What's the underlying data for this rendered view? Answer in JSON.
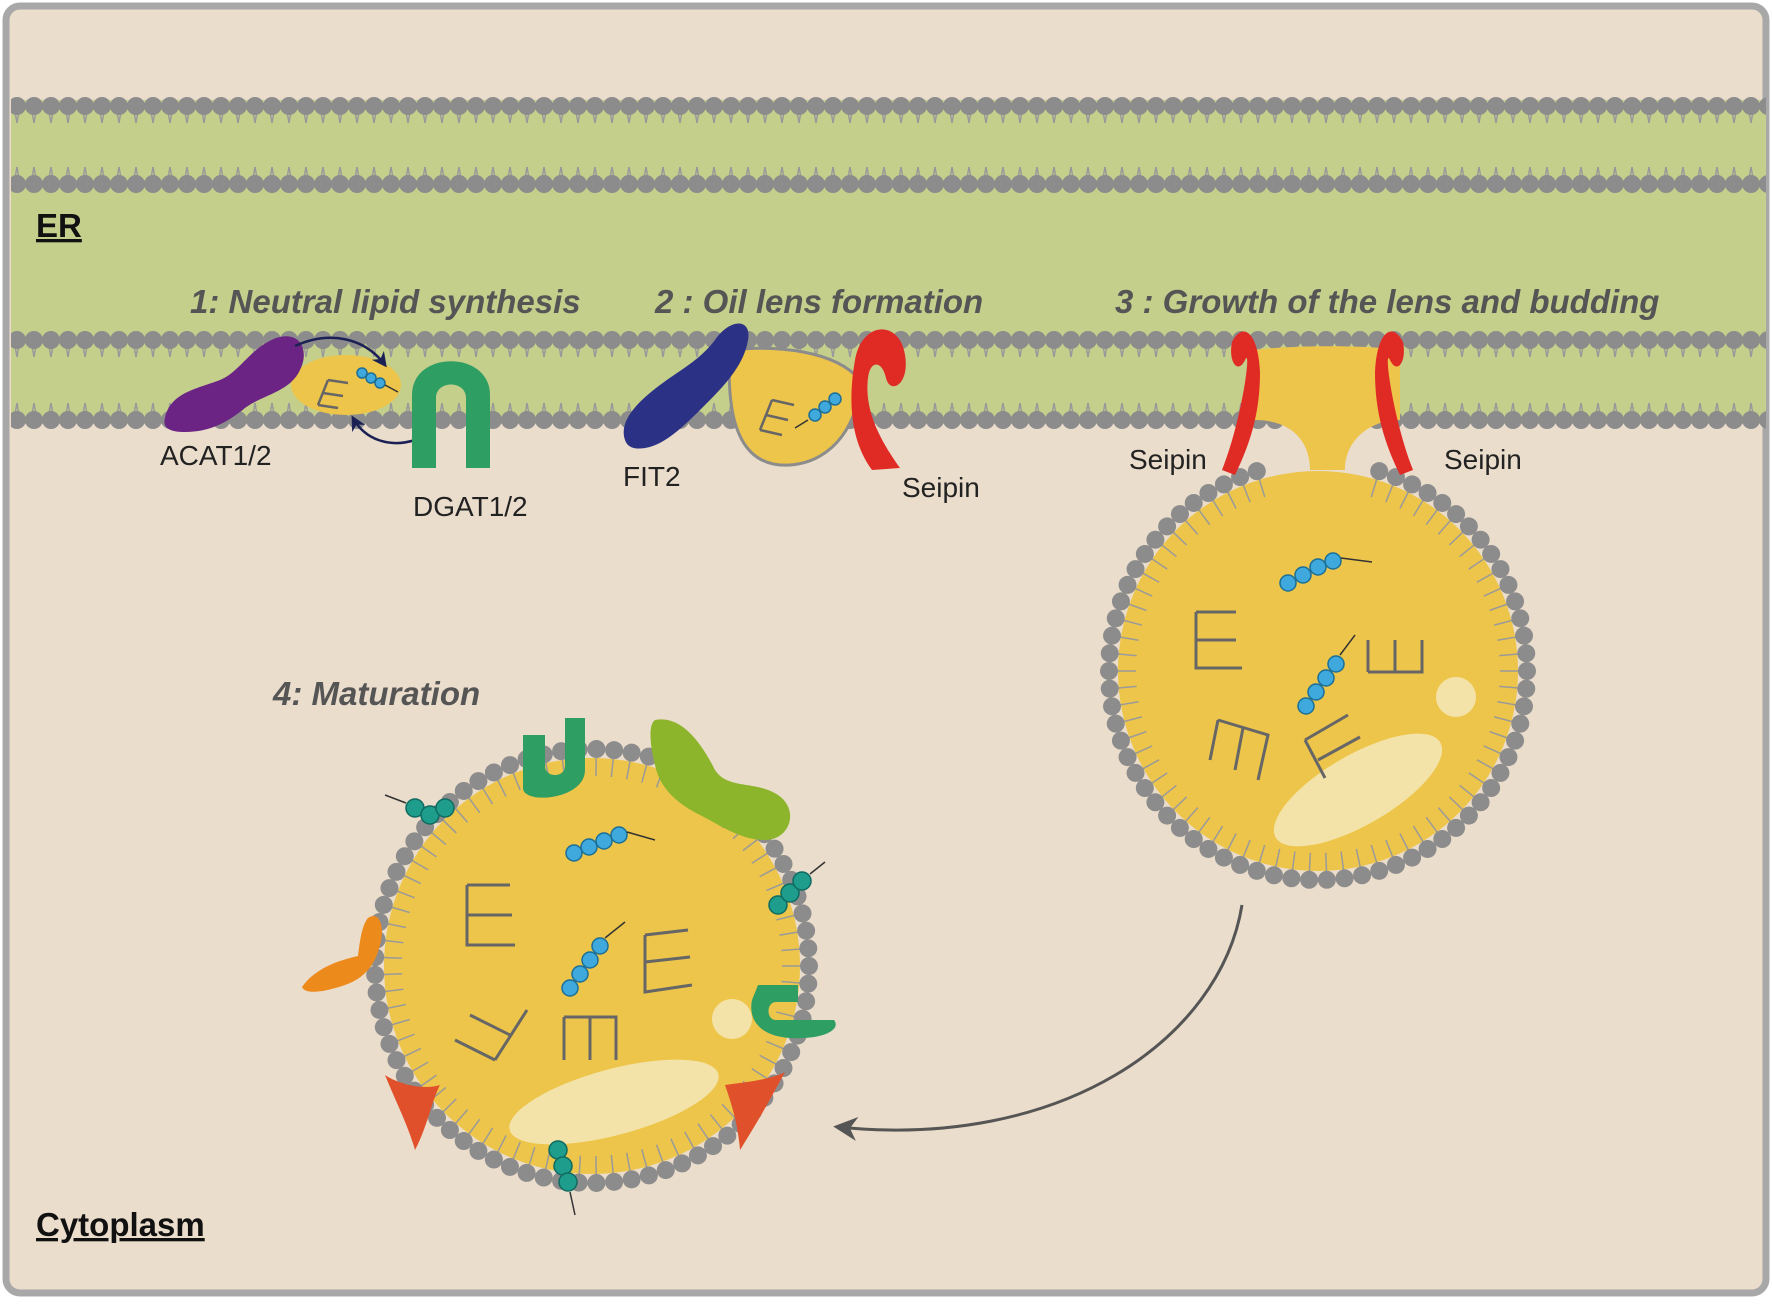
{
  "regions": {
    "er": "ER",
    "cytoplasm": "Cytoplasm"
  },
  "steps": [
    {
      "label": "1: Neutral lipid synthesis"
    },
    {
      "label": "2 : Oil lens formation"
    },
    {
      "label": "3 : Growth of the lens and budding"
    },
    {
      "label": "4: Maturation"
    }
  ],
  "proteins": {
    "acat": "ACAT1/2",
    "dgat": "DGAT1/2",
    "fit2": "FIT2",
    "seipin_step2": "Seipin",
    "seipin_step3_left": "Seipin",
    "seipin_step3_right": "Seipin"
  },
  "colors": {
    "background": "#ebddcc",
    "border": "#a8a8a8",
    "er_lumen": "#c4cf8c",
    "lipid_head": "#8c8c8c",
    "lipid_tail": "#9a9a9a",
    "lipid_core": "#edc54a",
    "lipid_core_light": "#f4e3a8",
    "acat": "#6b2483",
    "fit2": "#2b3185",
    "dgat": "#2f9e63",
    "seipin": "#e02b25",
    "sterol_ester": "#3fa8dc",
    "surface_sterol": "#1e9c8c",
    "protein_lime": "#8cb52c",
    "protein_orange": "#ed8a1c",
    "protein_red_orange": "#e0502a",
    "arrow": "#555555"
  },
  "icons": [
    "triglyceride-icon",
    "sterol-ester-icon",
    "arrow-icon"
  ]
}
